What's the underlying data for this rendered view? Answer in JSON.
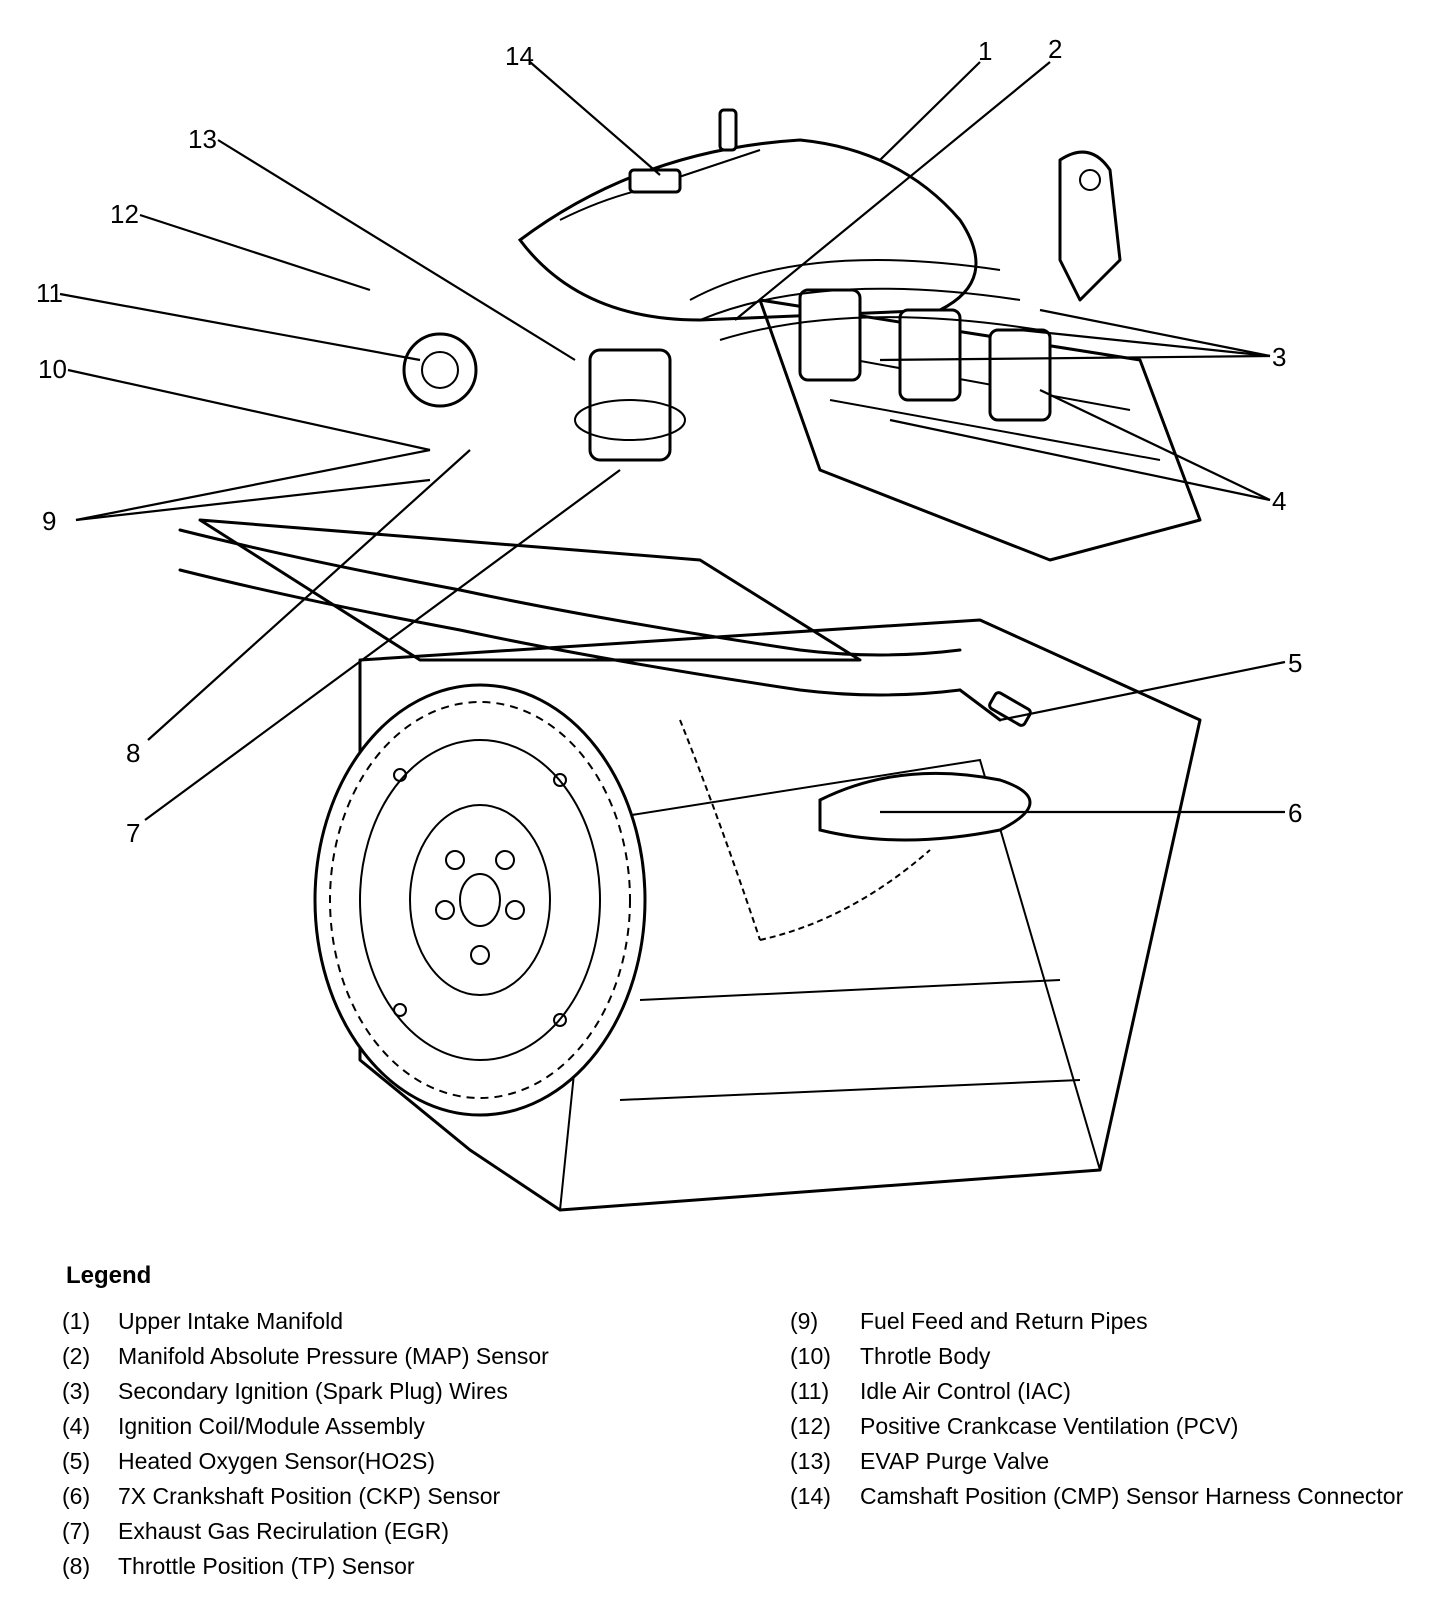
{
  "callouts": {
    "c1": "1",
    "c2": "2",
    "c3": "3",
    "c4": "4",
    "c5": "5",
    "c6": "6",
    "c7": "7",
    "c8": "8",
    "c9": "9",
    "c10": "10",
    "c11": "11",
    "c12": "12",
    "c13": "13",
    "c14": "14"
  },
  "legend": {
    "title": "Legend",
    "items": [
      {
        "num": "(1)",
        "text": "Upper Intake Manifold"
      },
      {
        "num": "(2)",
        "text": "Manifold Absolute Pressure (MAP) Sensor"
      },
      {
        "num": "(3)",
        "text": "Secondary Ignition (Spark Plug) Wires"
      },
      {
        "num": "(4)",
        "text": "Ignition Coil/Module Assembly"
      },
      {
        "num": "(5)",
        "text": "Heated Oxygen Sensor(HO2S)"
      },
      {
        "num": "(6)",
        "text": "7X Crankshaft Position (CKP) Sensor"
      },
      {
        "num": "(7)",
        "text": "Exhaust Gas Recirulation (EGR)"
      },
      {
        "num": "(8)",
        "text": "Throttle Position (TP) Sensor"
      },
      {
        "num": "(9)",
        "text": "Fuel Feed and Return Pipes"
      },
      {
        "num": "(10)",
        "text": "Throtle Body"
      },
      {
        "num": "(11)",
        "text": "Idle Air Control (IAC)"
      },
      {
        "num": "(12)",
        "text": "Positive Crankcase Ventilation (PCV)"
      },
      {
        "num": "(13)",
        "text": "EVAP Purge Valve"
      },
      {
        "num": "(14)",
        "text": "Camshaft Position (CMP) Sensor Harness Connector"
      }
    ]
  }
}
